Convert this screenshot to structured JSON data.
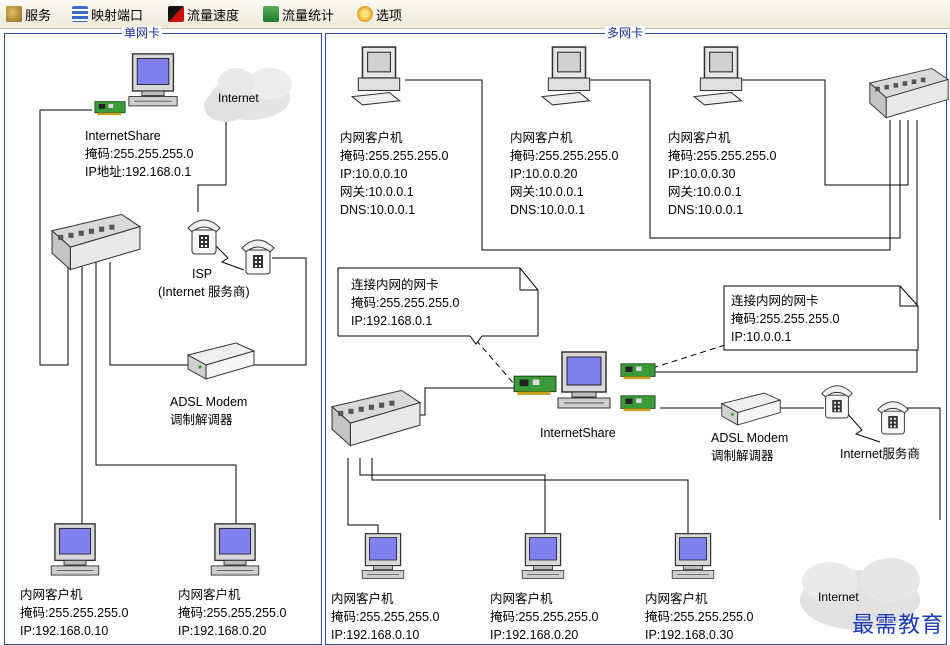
{
  "toolbar": {
    "items": [
      {
        "label": "服务",
        "icon": "service-icon"
      },
      {
        "label": "映射端口",
        "icon": "port-mapping-icon"
      },
      {
        "label": "流量速度",
        "icon": "traffic-speed-icon"
      },
      {
        "label": "流量统计",
        "icon": "traffic-stats-icon"
      },
      {
        "label": "选项",
        "icon": "options-icon"
      }
    ]
  },
  "single": {
    "title": "单网卡",
    "cloud": "Internet",
    "server": {
      "name": "InternetShare",
      "mask": "掩码:255.255.255.0",
      "ip": "IP地址:192.168.0.1"
    },
    "isp": {
      "line1": "ISP",
      "line2": "(Internet 服务商)"
    },
    "modem": {
      "line1": "ADSL Modem",
      "line2": "调制解调器"
    },
    "clients": [
      {
        "name": "内网客户机",
        "mask": "掩码:255.255.255.0",
        "ip": "IP:192.168.0.10"
      },
      {
        "name": "内网客户机",
        "mask": "掩码:255.255.255.0",
        "ip": "IP:192.168.0.20"
      }
    ]
  },
  "multi": {
    "title": "多网卡",
    "top_clients": [
      {
        "name": "内网客户机",
        "mask": "掩码:255.255.255.0",
        "ip": "IP:10.0.0.10",
        "gw": "网关:10.0.0.1",
        "dns": "DNS:10.0.0.1"
      },
      {
        "name": "内网客户机",
        "mask": "掩码:255.255.255.0",
        "ip": "IP:10.0.0.20",
        "gw": "网关:10.0.0.1",
        "dns": "DNS:10.0.0.1"
      },
      {
        "name": "内网客户机",
        "mask": "掩码:255.255.255.0",
        "ip": "IP:10.0.0.30",
        "gw": "网关:10.0.0.1",
        "dns": "DNS:10.0.0.1"
      }
    ],
    "note_left": {
      "line1": "连接内网的网卡",
      "line2": "掩码:255.255.255.0",
      "line3": "IP:192.168.0.1"
    },
    "note_right": {
      "line1": "连接内网的网卡",
      "line2": "掩码:255.255.255.0",
      "line3": "IP:10.0.0.1"
    },
    "server": {
      "name": "InternetShare"
    },
    "modem": {
      "line1": "ADSL Modem",
      "line2": "调制解调器"
    },
    "isp": {
      "label": "Internet服务商"
    },
    "cloud": "Internet",
    "bottom_clients": [
      {
        "name": "内网客户机",
        "mask": "掩码:255.255.255.0",
        "ip": "IP:192.168.0.10"
      },
      {
        "name": "内网客户机",
        "mask": "掩码:255.255.255.0",
        "ip": "IP:192.168.0.20"
      },
      {
        "name": "内网客户机",
        "mask": "掩码:255.255.255.0",
        "ip": "IP:192.168.0.30"
      }
    ]
  },
  "watermark": "最需教育",
  "colors": {
    "pane_border": "#2f4fa0",
    "title": "#17309a",
    "watermark": "#1d3bb0",
    "screen": "#8080f0"
  }
}
